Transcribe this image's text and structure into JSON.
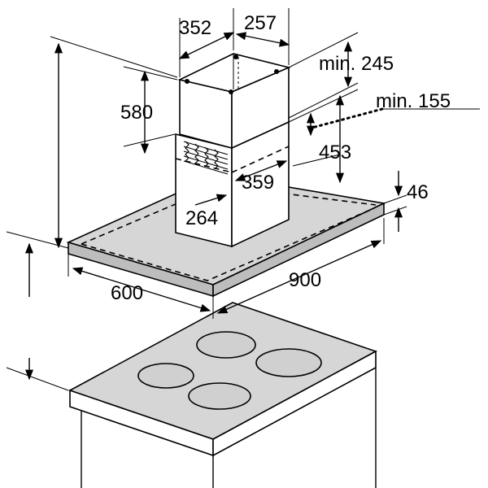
{
  "dimensions": {
    "chimney_width": "352",
    "chimney_depth": "257",
    "ceiling_gap": "min. 245",
    "ceiling_gap_alt": "min. 155",
    "chimney_height": "580",
    "inner_height": "453",
    "inner_width": "359",
    "inner_depth": "264",
    "canopy_height": "46",
    "canopy_depth": "600",
    "canopy_width": "900"
  }
}
